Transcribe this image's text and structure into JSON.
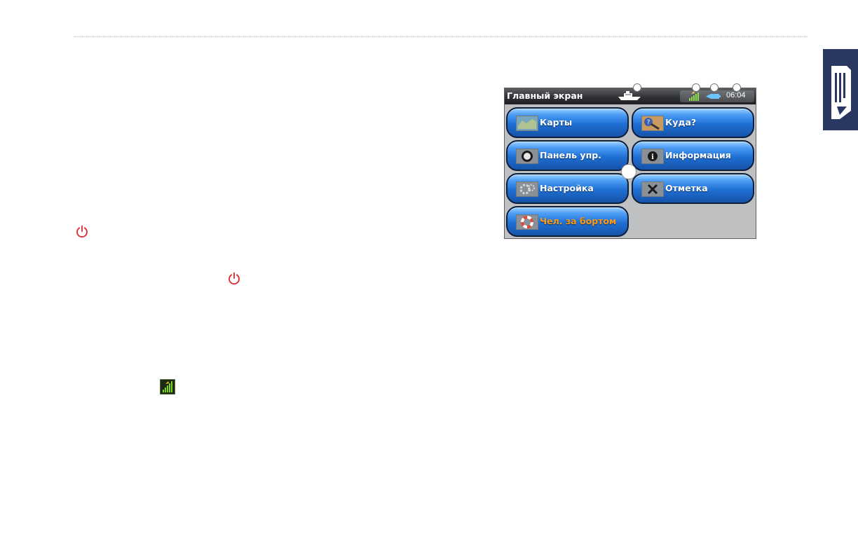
{
  "screen": {
    "title": "Главный экран",
    "time": "06:04",
    "icons": [
      "boat-icon",
      "satellite-signal-icon",
      "battery-icon"
    ]
  },
  "menu": {
    "buttons": [
      {
        "label": "Карты",
        "icon": "charts-icon"
      },
      {
        "label": "Куда?",
        "icon": "where-to-icon"
      },
      {
        "label": "Панель упр.",
        "icon": "instrument-panel-icon"
      },
      {
        "label": "Информация",
        "icon": "information-icon"
      },
      {
        "label": "Настройка",
        "icon": "settings-icon"
      },
      {
        "label": "Отметка",
        "icon": "mark-icon"
      },
      {
        "label": "Чел. за бортом",
        "icon": "man-overboard-icon"
      }
    ]
  },
  "document_icons": [
    "power-icon",
    "power-icon",
    "satellite-signal-icon"
  ],
  "colors": {
    "button_blue": "#1f6fd3",
    "mob_label": "#ff9a10",
    "power_icon": "#e0262b",
    "side_tab": "#2a3760"
  }
}
